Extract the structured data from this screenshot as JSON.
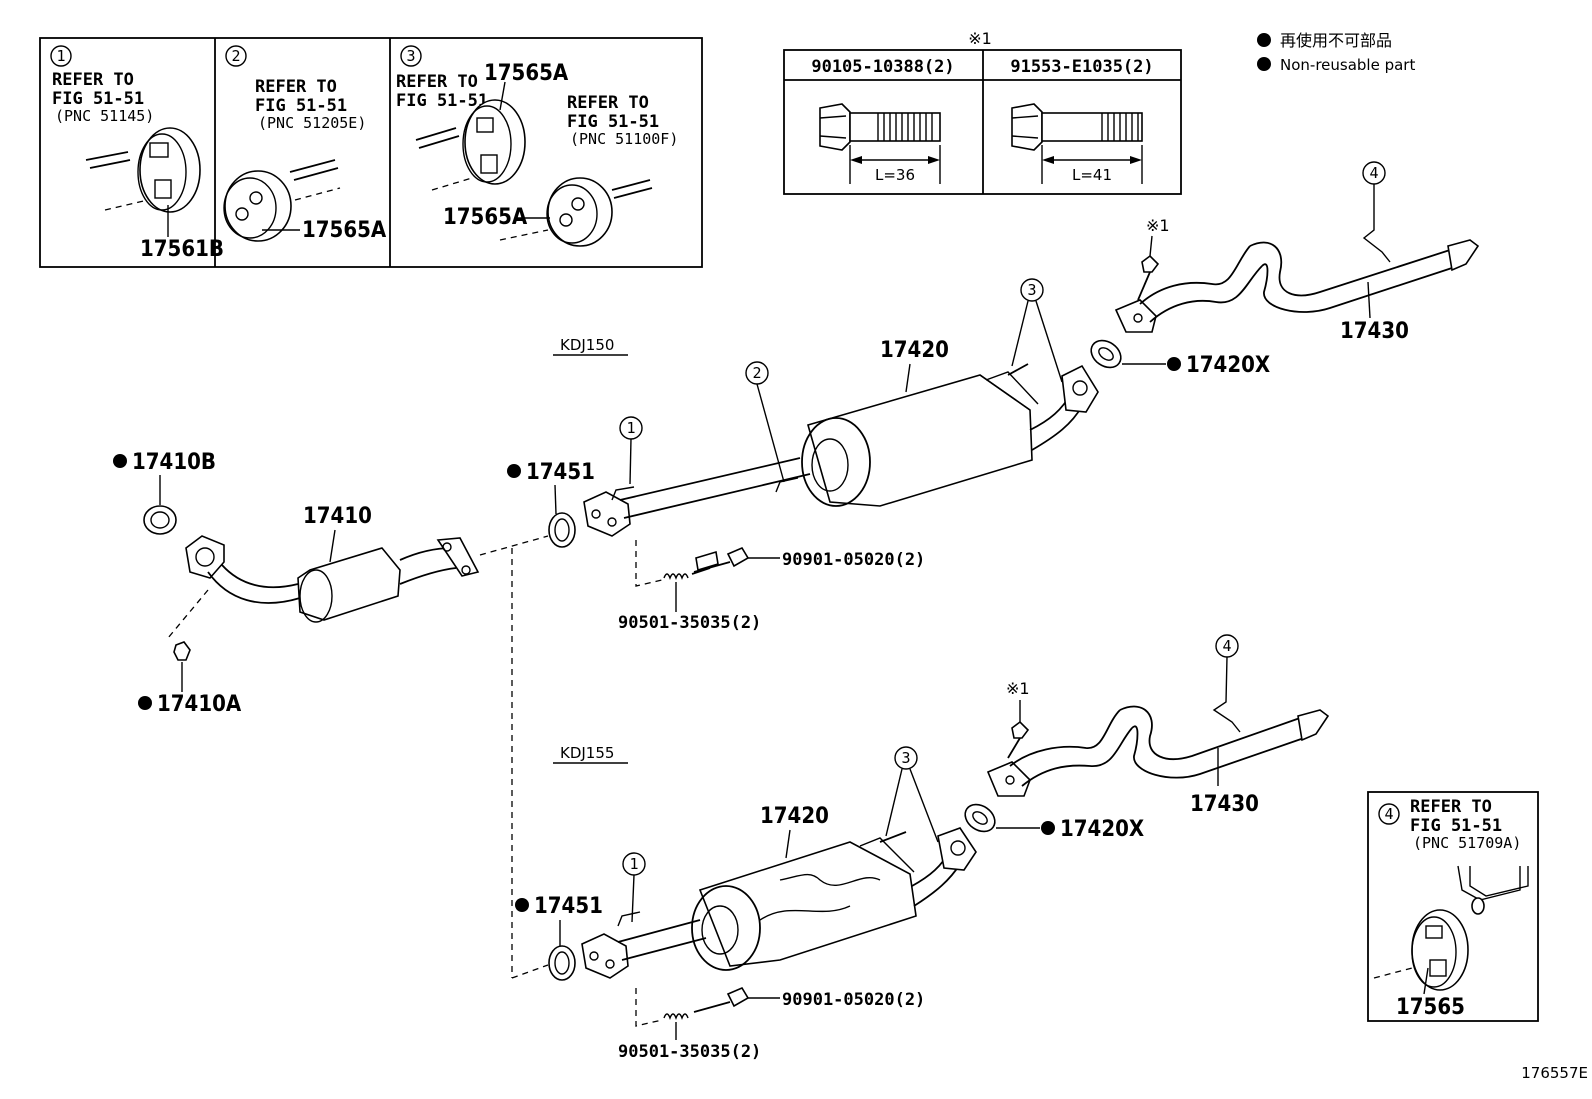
{
  "figure_id": "176557E",
  "legend": {
    "marker": "●",
    "jp": "再使用不可部品",
    "en": "Non-reusable part"
  },
  "bolt_table": {
    "note_mark": "※1",
    "bolts": [
      {
        "part": "90105-10388(2)",
        "length": "L=36"
      },
      {
        "part": "91553-E1035(2)",
        "length": "L=41"
      }
    ]
  },
  "refer_boxes": [
    {
      "num": "1",
      "text1": "REFER TO",
      "text2": "FIG 51-51",
      "pnc": "(PNC 51145)",
      "part": "17561B"
    },
    {
      "num": "2",
      "text1": "REFER TO",
      "text2": "FIG 51-51",
      "pnc": "(PNC 51205E)",
      "part": "17565A"
    },
    {
      "num": "3",
      "text1": "REFER TO",
      "text2": "FIG 51-51",
      "part_top": "17565A",
      "text3": "REFER TO",
      "text4": "FIG 51-51",
      "pnc": "(PNC 51100F)",
      "part": "17565A"
    },
    {
      "num": "4",
      "text1": "REFER TO",
      "text2": "FIG 51-51",
      "pnc": "(PNC 51709A)",
      "part": "17565"
    }
  ],
  "variants": {
    "top": "KDJ150",
    "bottom": "KDJ155"
  },
  "parts": {
    "p17410B": "17410B",
    "p17410": "17410",
    "p17410A": "17410A",
    "p17451": "17451",
    "p17420": "17420",
    "p17420X": "17420X",
    "p17430": "17430",
    "p90901": "90901-05020(2)",
    "p90501": "90501-35035(2)"
  },
  "callouts": {
    "c1": "1",
    "c2": "2",
    "c3": "3",
    "c4": "4",
    "note": "※1"
  }
}
